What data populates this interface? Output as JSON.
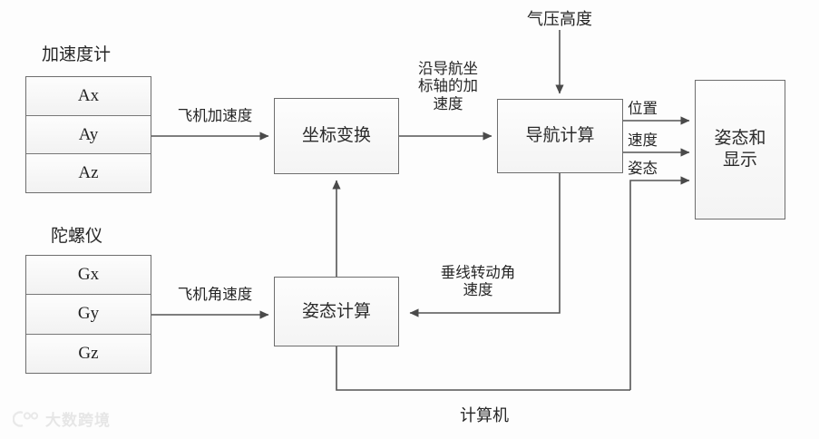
{
  "diagram": {
    "title_label": "计算机",
    "sensors": [
      {
        "name": "accelerometer",
        "caption": "加速度计",
        "channels": [
          "Ax",
          "Ay",
          "Az"
        ]
      },
      {
        "name": "gyroscope",
        "caption": "陀螺仪",
        "channels": [
          "Gx",
          "Gy",
          "Gz"
        ]
      }
    ],
    "blocks": [
      {
        "name": "coordinate-transform",
        "label": "坐标变换"
      },
      {
        "name": "navigation-computation",
        "label": "导航计算"
      },
      {
        "name": "attitude-computation",
        "label": "姿态计算"
      },
      {
        "name": "attitude-and-display",
        "label": "姿态和\n显示",
        "line1": "姿态和",
        "line2": "显示"
      }
    ],
    "edge_labels": {
      "aircraft_acceleration": "飞机加速度",
      "aircraft_angular_rate": "飞机角速度",
      "nav_axis_acceleration": "沿导航坐\n标轴的加\n速度",
      "nav_axis_acceleration_l1": "沿导航坐",
      "nav_axis_acceleration_l2": "标轴的加",
      "nav_axis_acceleration_l3": "速度",
      "barometric_altitude": "气压高度",
      "position": "位置",
      "velocity": "速度",
      "attitude": "姿态",
      "vertical_rotation_rate_l1": "垂线转动角",
      "vertical_rotation_rate_l2": "速度"
    },
    "watermark": {
      "text": "大数跨境"
    },
    "colors": {
      "stroke": "#6e6e6e",
      "line": "#555555",
      "text": "#262626",
      "background": "#fdfdfd",
      "box_fill": "#f7f7f7"
    }
  }
}
